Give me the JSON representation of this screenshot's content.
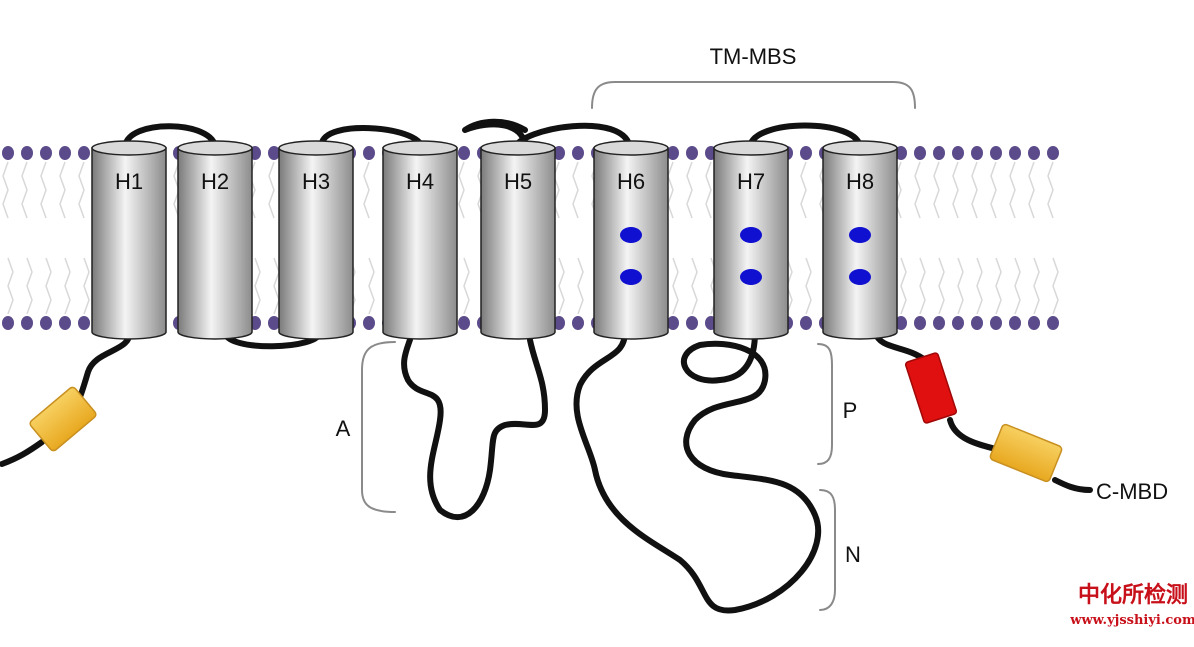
{
  "helices": [
    "H1",
    "H2",
    "H3",
    "H4",
    "H5",
    "H6",
    "H7",
    "H8"
  ],
  "labels": {
    "tm_mbs": "TM-MBS",
    "a": "A",
    "p": "P",
    "n": "N",
    "c_mbd": "C-MBD"
  },
  "watermark": {
    "text": "中化所检测",
    "url": "www.yjsshiyi.com"
  },
  "colors": {
    "lipid_head": "#5b4b8a",
    "helix_dark": "#8a8a8a",
    "helix_light": "#f2f2f2",
    "metal_site": "#1010d0",
    "red_domain": "#e01010",
    "yellow_domain": "#f4c040",
    "loop": "#111111",
    "watermark": "#c8101a"
  }
}
